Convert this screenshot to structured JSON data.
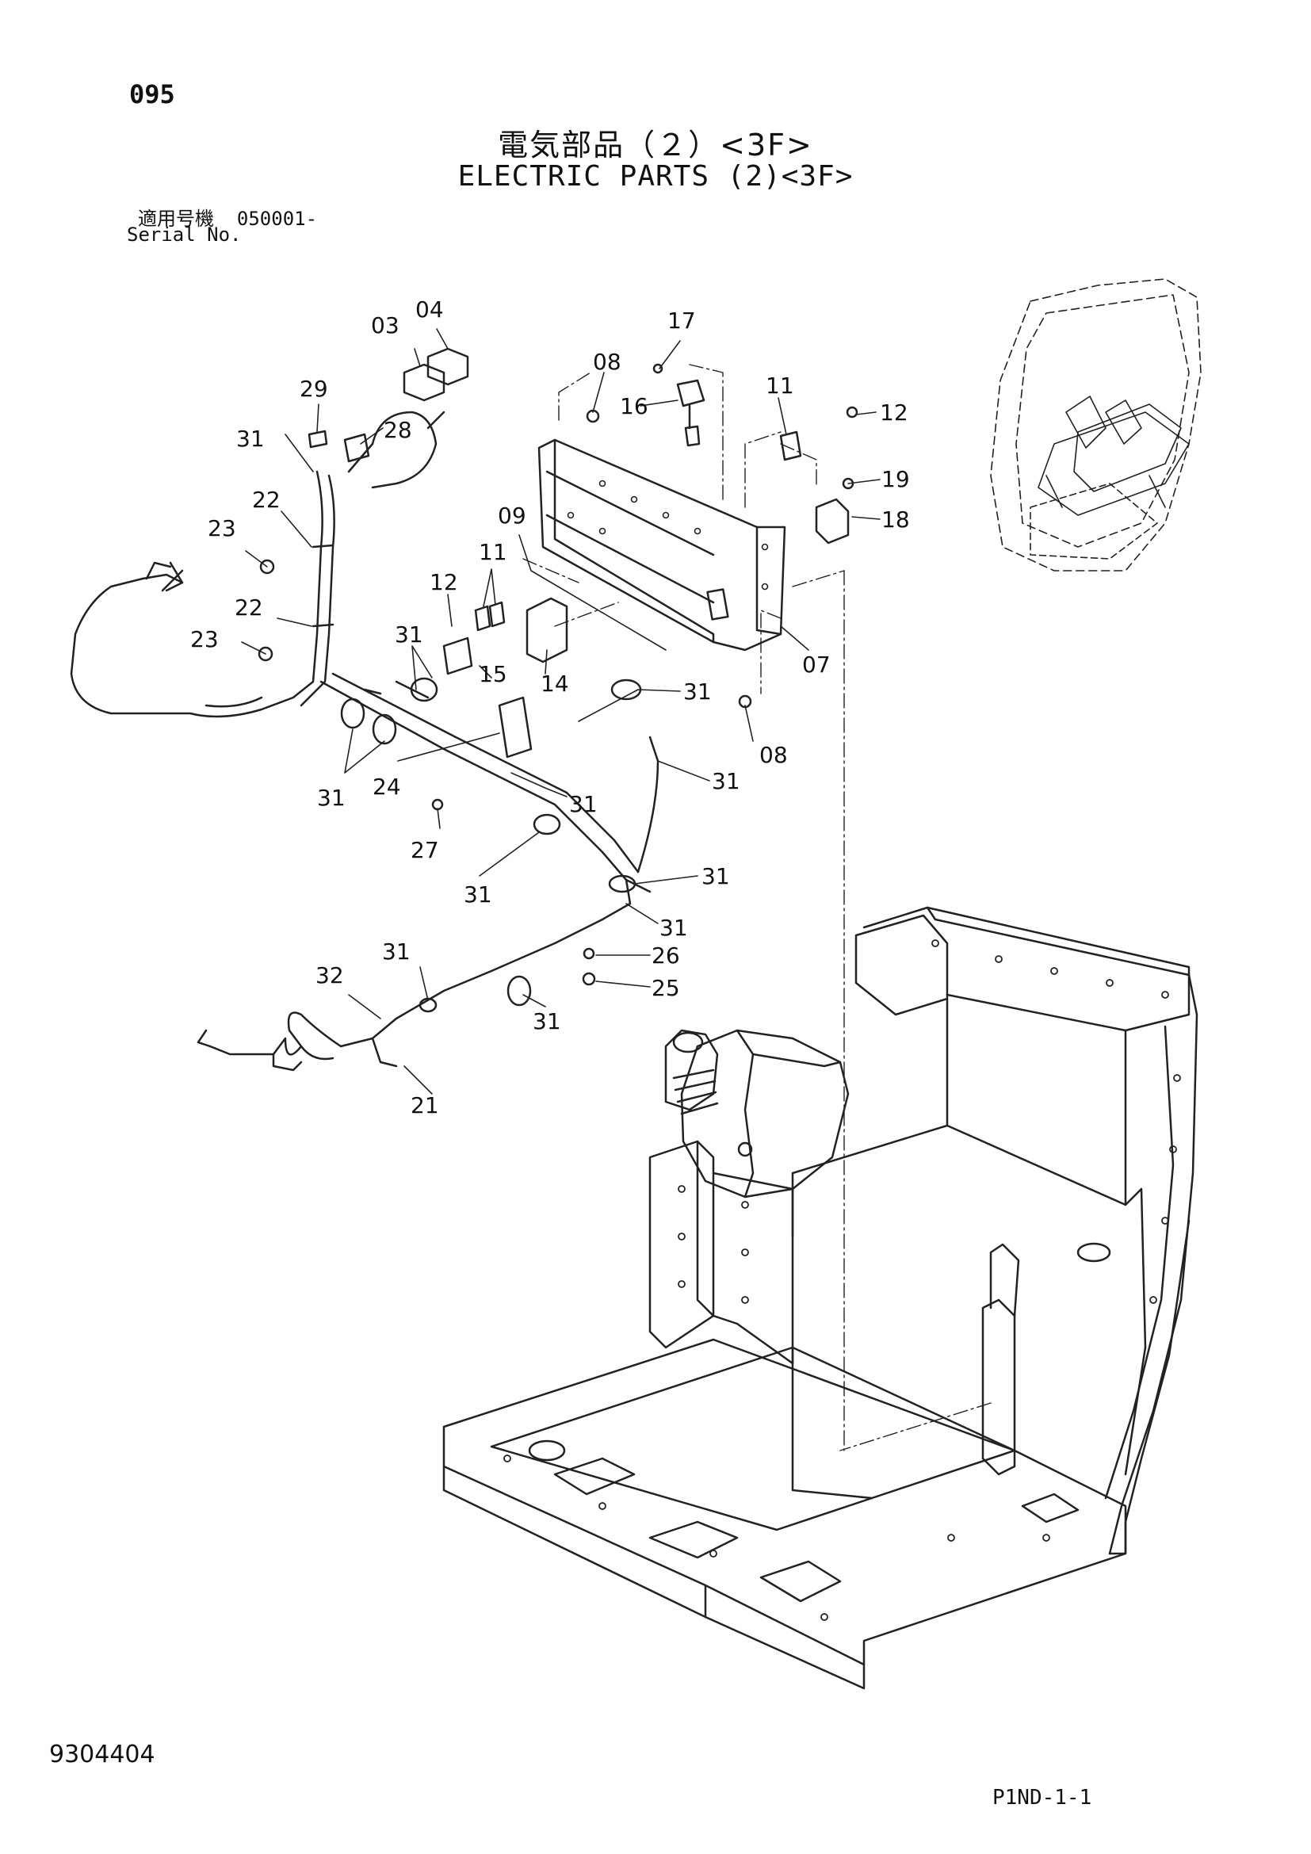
{
  "header": {
    "page_number": "095",
    "title_jp": "電気部品（２）<3F>",
    "title_en": "ELECTRIC PARTS (2)<3F>",
    "serial_label_jp": "適用号機",
    "serial_value": "050001-",
    "serial_label_en": "Serial No."
  },
  "footer": {
    "document_number": "9304404",
    "page_code": "P1ND-1-1"
  },
  "callouts": [
    "03",
    "04",
    "29",
    "28",
    "31",
    "17",
    "08",
    "16",
    "11",
    "12",
    "19",
    "18",
    "22",
    "23",
    "09",
    "12",
    "11",
    "22",
    "23",
    "31",
    "15",
    "14",
    "07",
    "31",
    "08",
    "31",
    "24",
    "31",
    "31",
    "27",
    "31",
    "31",
    "31",
    "26",
    "31",
    "32",
    "25",
    "31",
    "21"
  ]
}
